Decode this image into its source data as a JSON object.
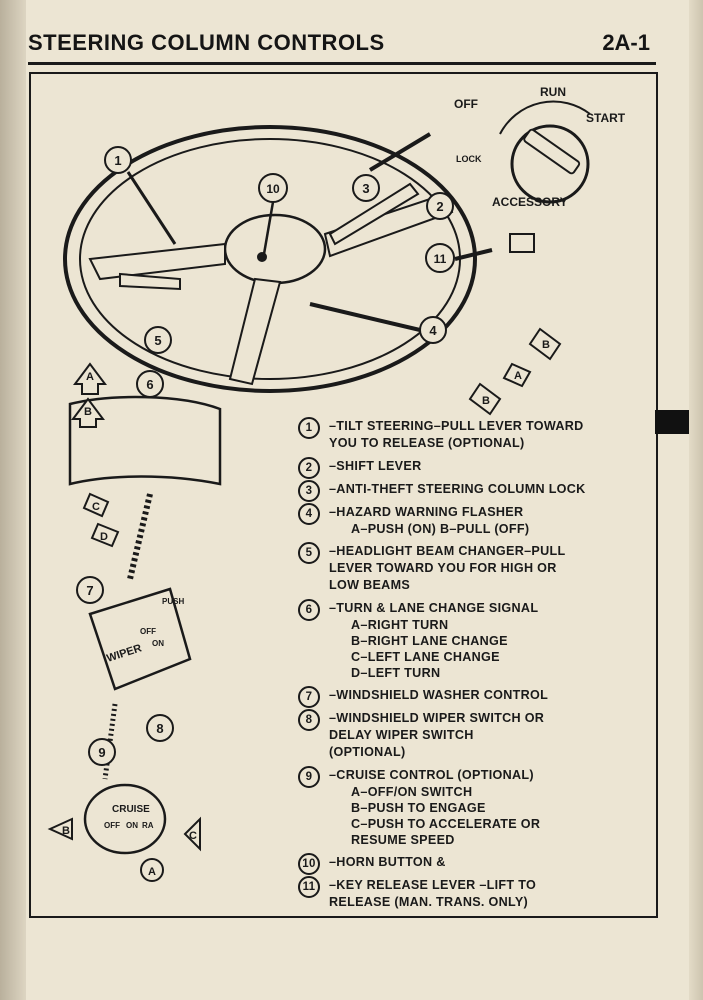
{
  "header": {
    "title": "STEERING COLUMN CONTROLS",
    "page_number": "2A-1"
  },
  "diagram": {
    "ignition_positions": [
      "OFF",
      "RUN",
      "START",
      "LOCK",
      "ACCESSORY"
    ],
    "wiper_labels": [
      "WIPER",
      "PUSH",
      "OFF",
      "ON"
    ],
    "cruise_labels": [
      "CRUISE",
      "OFF",
      "ON",
      "RA"
    ],
    "callouts": [
      "1",
      "2",
      "3",
      "4",
      "5",
      "6",
      "7",
      "8",
      "9",
      "10",
      "11"
    ],
    "letters": [
      "A",
      "B",
      "B",
      "A",
      "B",
      "C",
      "D",
      "B",
      "A",
      "C"
    ]
  },
  "legend": [
    {
      "num": "1",
      "lines": [
        "–TILT STEERING–PULL LEVER TOWARD",
        "YOU TO RELEASE (OPTIONAL)"
      ],
      "subs": []
    },
    {
      "num": "2",
      "lines": [
        "–SHIFT LEVER"
      ],
      "subs": []
    },
    {
      "num": "3",
      "lines": [
        "–ANTI-THEFT STEERING COLUMN LOCK"
      ],
      "subs": []
    },
    {
      "num": "4",
      "lines": [
        "–HAZARD WARNING FLASHER"
      ],
      "subs": [
        "A–PUSH (ON)    B–PULL (OFF)"
      ]
    },
    {
      "num": "5",
      "lines": [
        "–HEADLIGHT BEAM CHANGER–PULL",
        "LEVER TOWARD YOU FOR HIGH OR",
        "LOW BEAMS"
      ],
      "subs": []
    },
    {
      "num": "6",
      "lines": [
        "–TURN & LANE CHANGE SIGNAL"
      ],
      "subs": [
        "A–RIGHT TURN",
        "B–RIGHT LANE CHANGE",
        "C–LEFT LANE CHANGE",
        "D–LEFT TURN"
      ]
    },
    {
      "num": "7",
      "lines": [
        "–WINDSHIELD WASHER CONTROL"
      ],
      "subs": []
    },
    {
      "num": "8",
      "lines": [
        "–WINDSHIELD WIPER SWITCH OR",
        "DELAY WIPER SWITCH",
        "(OPTIONAL)"
      ],
      "subs": []
    },
    {
      "num": "9",
      "lines": [
        "–CRUISE CONTROL (OPTIONAL)"
      ],
      "subs": [
        "A–OFF/ON SWITCH",
        "B–PUSH TO ENGAGE",
        "C–PUSH TO ACCELERATE OR",
        "    RESUME SPEED"
      ]
    },
    {
      "num": "10",
      "lines": [
        "–HORN BUTTON &"
      ],
      "subs": []
    },
    {
      "num": "11",
      "lines": [
        "–KEY RELEASE LEVER –LIFT TO",
        "RELEASE (MAN. TRANS. ONLY)"
      ],
      "subs": []
    }
  ]
}
